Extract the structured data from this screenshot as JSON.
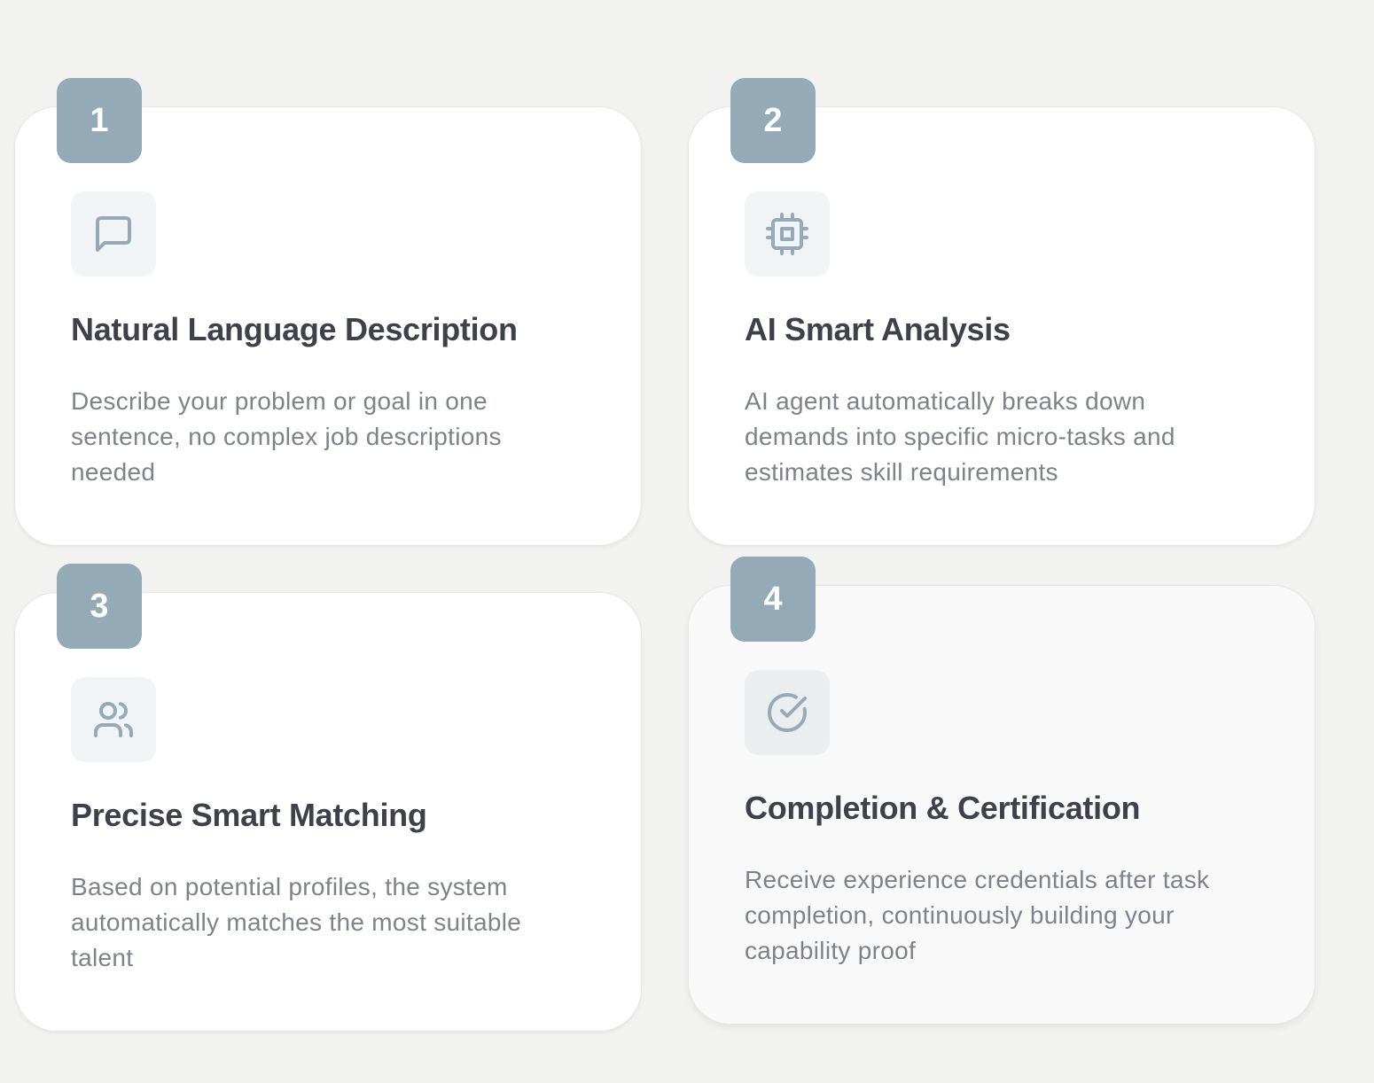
{
  "steps": [
    {
      "number": "1",
      "icon": "message-square-icon",
      "title": "Natural Language Description",
      "description": "Describe your problem or goal in one sentence, no complex job descriptions needed"
    },
    {
      "number": "2",
      "icon": "cpu-chip-icon",
      "title": "AI Smart Analysis",
      "description": "AI agent automatically breaks down demands into specific micro-tasks and estimates skill requirements"
    },
    {
      "number": "3",
      "icon": "users-icon",
      "title": "Precise Smart Matching",
      "description": "Based on potential profiles, the system automatically matches the most suitable talent"
    },
    {
      "number": "4",
      "icon": "check-circle-icon",
      "title": "Completion & Certification",
      "description": "Receive experience credentials after task completion, continuously building your capability proof"
    }
  ],
  "colors": {
    "background": "#f2f2f1",
    "card": "#ffffff",
    "accent": "#94aab6",
    "title": "#3e4149",
    "description": "#7d828b"
  }
}
